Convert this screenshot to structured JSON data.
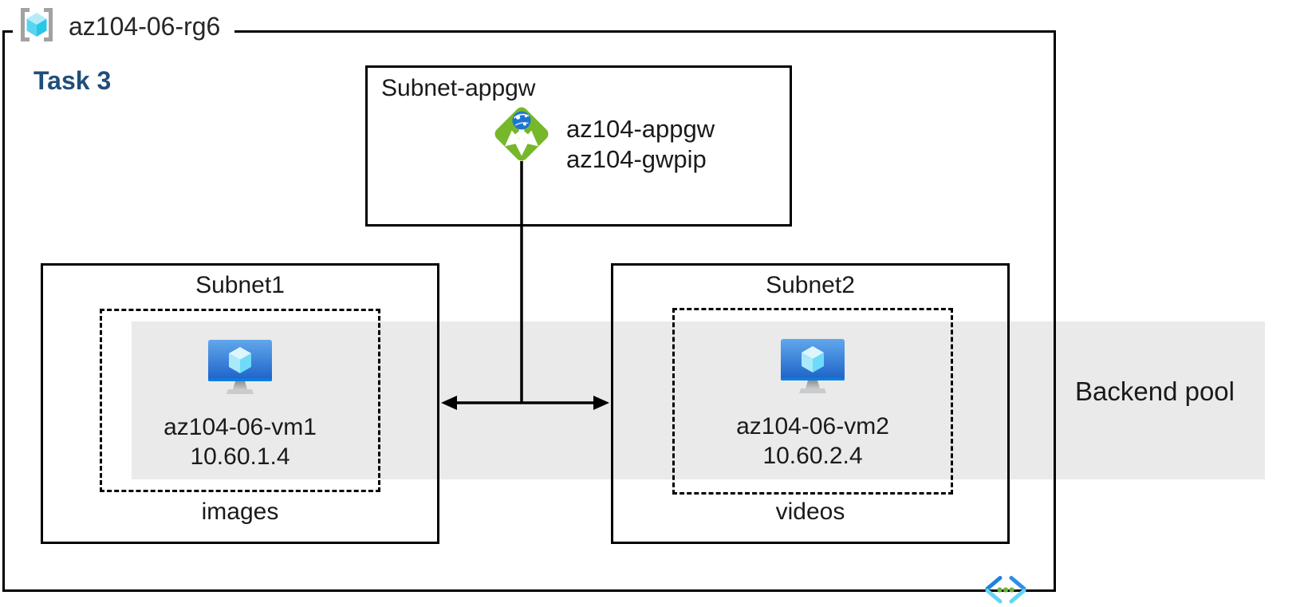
{
  "diagram": {
    "resource_group": "az104-06-rg6",
    "task_label": "Task 3",
    "backend_pool_label": "Backend pool",
    "appgw_subnet": {
      "title": "Subnet-appgw",
      "gateway_name": "az104-appgw",
      "public_ip_name": "az104-gwpip"
    },
    "subnets": [
      {
        "title": "Subnet1",
        "vm_name": "az104-06-vm1",
        "vm_ip": "10.60.1.4",
        "caption": "images"
      },
      {
        "title": "Subnet2",
        "vm_name": "az104-06-vm2",
        "vm_ip": "10.60.2.4",
        "caption": "videos"
      }
    ],
    "icons": {
      "resource_group": "resource-group-icon",
      "application_gateway": "application-gateway-icon",
      "virtual_machine": "virtual-machine-icon",
      "virtual_network": "virtual-network-icon"
    },
    "colors": {
      "task_label": "#1f4e79",
      "backend_pool_band": "#eaeaea",
      "appgw_green": "#76b82a",
      "globe_blue": "#1b76d2",
      "vm_blue_top": "#61a7eb",
      "vm_blue_bottom": "#1c61c8",
      "cube_cyan": "#6edcf8",
      "line_black": "#000000"
    }
  }
}
